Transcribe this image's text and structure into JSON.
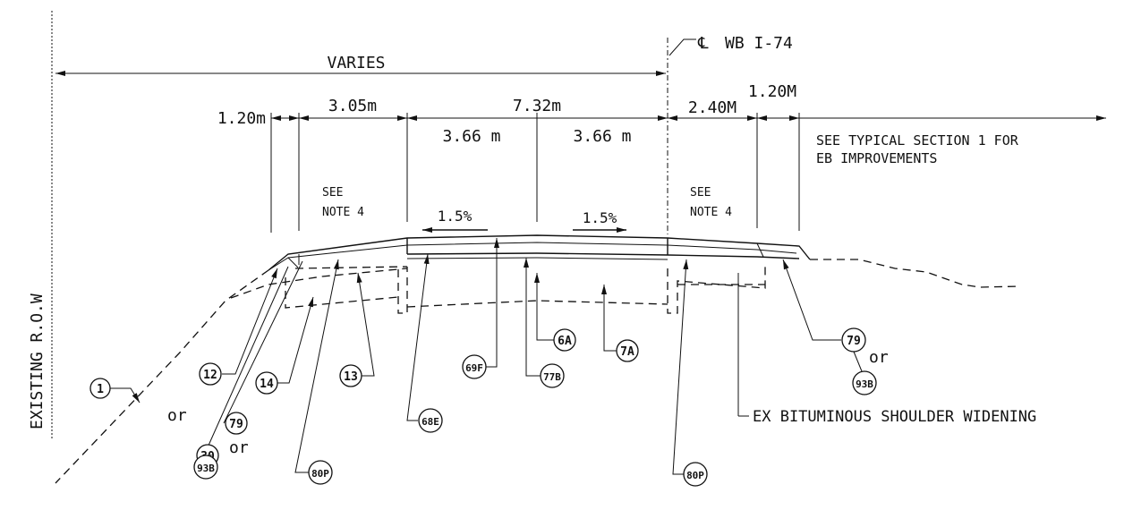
{
  "drawing": {
    "centerline": {
      "symbol": "℄",
      "label": "WB I-74"
    },
    "row_label": "EXISTING R.O.W",
    "dimensions": {
      "varies": "VARIES",
      "d_120m": "1.20m",
      "d_305m": "3.05m",
      "d_732m": "7.32m",
      "d_366a": "3.66 m",
      "d_366b": "3.66 m",
      "d_240M": "2.40M",
      "d_120M": "1.20M"
    },
    "slopes": {
      "left": "1.5%",
      "right": "1.5%"
    },
    "notes": {
      "see_typical_1": "SEE TYPICAL SECTION 1 FOR",
      "see_typical_2": "EB IMPROVEMENTS",
      "see_note_left_1": "SEE",
      "see_note_left_2": "NOTE 4",
      "see_note_right_1": "SEE",
      "see_note_right_2": "NOTE 4",
      "shoulder": "EX BITUMINOUS SHOULDER WIDENING"
    },
    "callouts": {
      "c1": "1",
      "c12": "12",
      "or_a": "or",
      "c30": "30",
      "c14": "14",
      "c13": "13",
      "c79a": "79",
      "or_b": "or",
      "c93Ba": "93B",
      "c80Pa": "80P",
      "c68E": "68E",
      "c69F": "69F",
      "c77B": "77B",
      "c6A": "6A",
      "c7A": "7A",
      "c80Pb": "80P",
      "c79b": "79",
      "or_c": "or",
      "c93Bb": "93B"
    }
  }
}
